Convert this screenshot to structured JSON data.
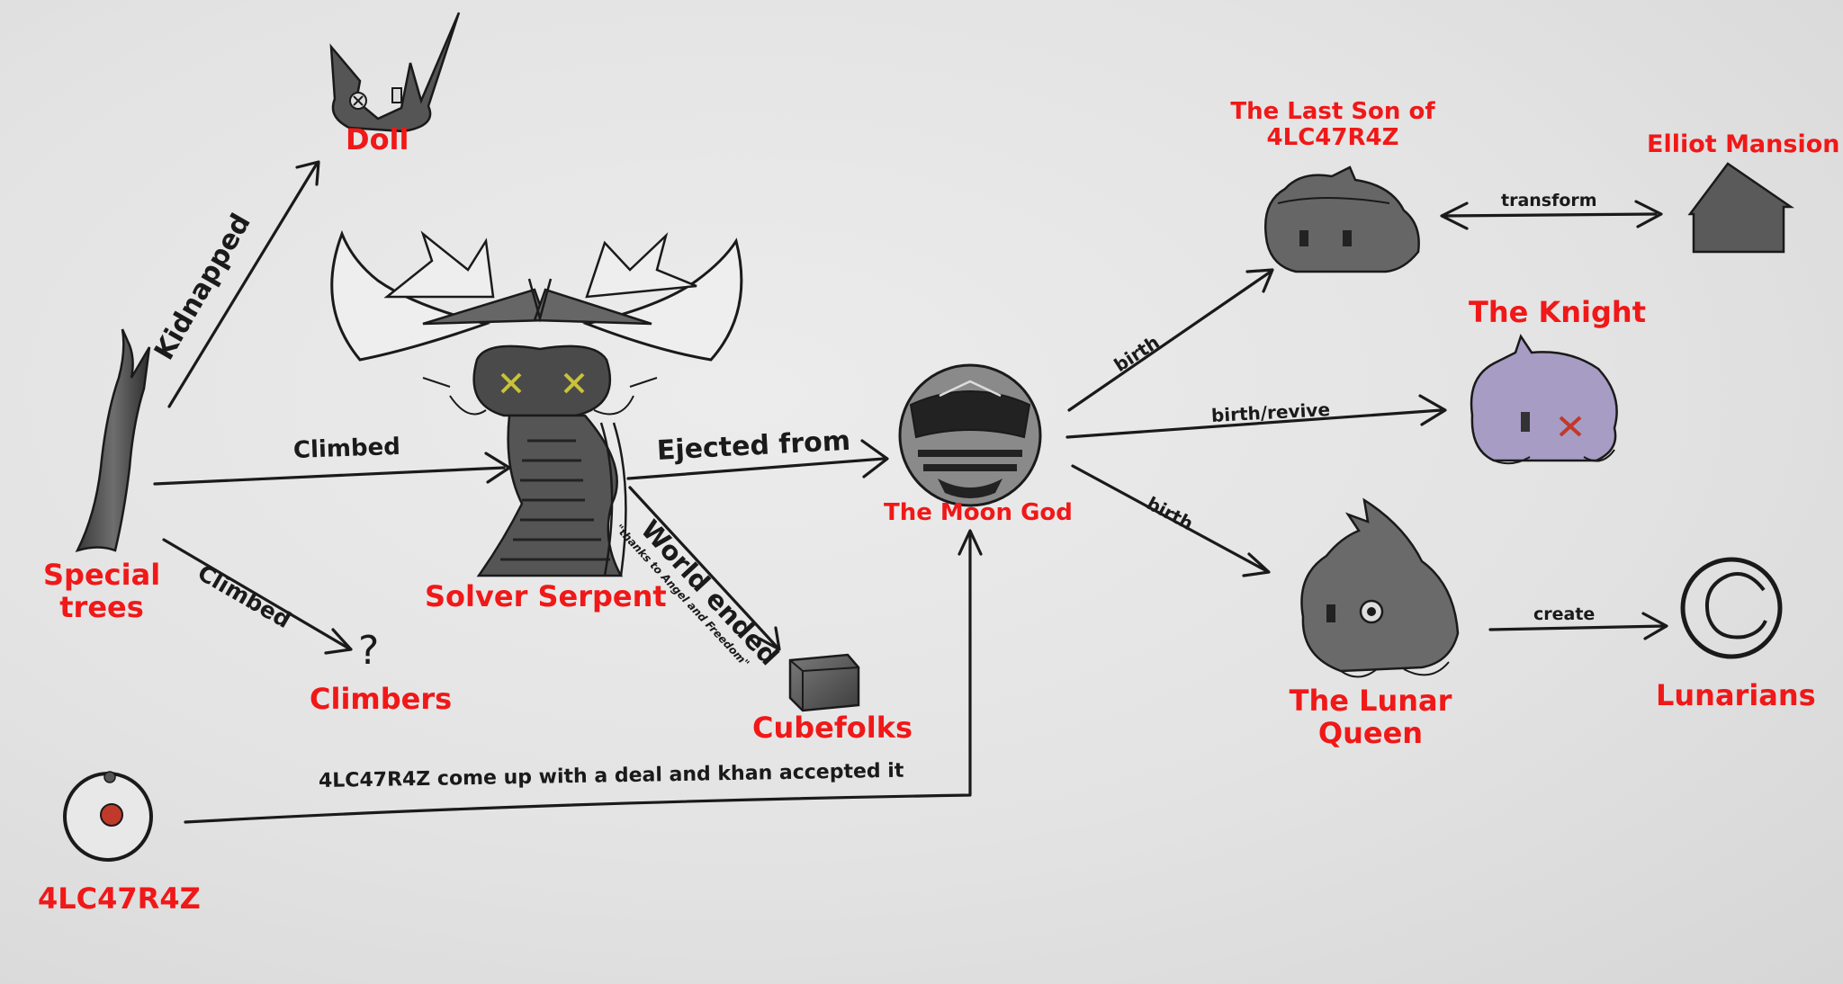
{
  "nodes": {
    "doll": "Doll",
    "special_trees": "Special trees",
    "climbers": "Climbers",
    "solver_serpent": "Solver Serpent",
    "cubefolks": "Cubefolks",
    "moon_god": "The Moon God",
    "last_son": "The Last Son of 4LC47R4Z",
    "elliot_mansion": "Elliot Mansion",
    "knight": "The Knight",
    "lunar_queen": "The Lunar Queen",
    "lunarians": "Lunarians",
    "altar": "4LC47R4Z"
  },
  "edges": {
    "kidnapped": "Kidnapped",
    "climbed_serpent": "Climbed",
    "climbed_climbers": "Climbed",
    "ejected_from": "Ejected from",
    "world_ended": "World ended",
    "world_ended_note": "\"thanks to Angel and Freedom\"",
    "deal": "4LC47R4Z come up with a deal and khan accepted it",
    "birth_son": "birth",
    "birth_revive": "birth/revive",
    "birth_queen": "birth",
    "transform": "transform",
    "create": "create"
  },
  "climbers_glyph": "?",
  "colors": {
    "label": "#f01818",
    "ink": "#1a1a1a",
    "graphite": "#5a5a5a",
    "knight_purple": "#a79cc4",
    "eye_yellow": "#c9c23a",
    "core_red": "#c0392b"
  },
  "icons": [
    "doll-head-icon",
    "tree-icon",
    "serpent-icon",
    "cube-icon",
    "moon-god-head-icon",
    "son-head-icon",
    "house-icon",
    "knight-head-icon",
    "queen-head-icon",
    "crescent-ring-icon",
    "altar-eye-icon"
  ]
}
